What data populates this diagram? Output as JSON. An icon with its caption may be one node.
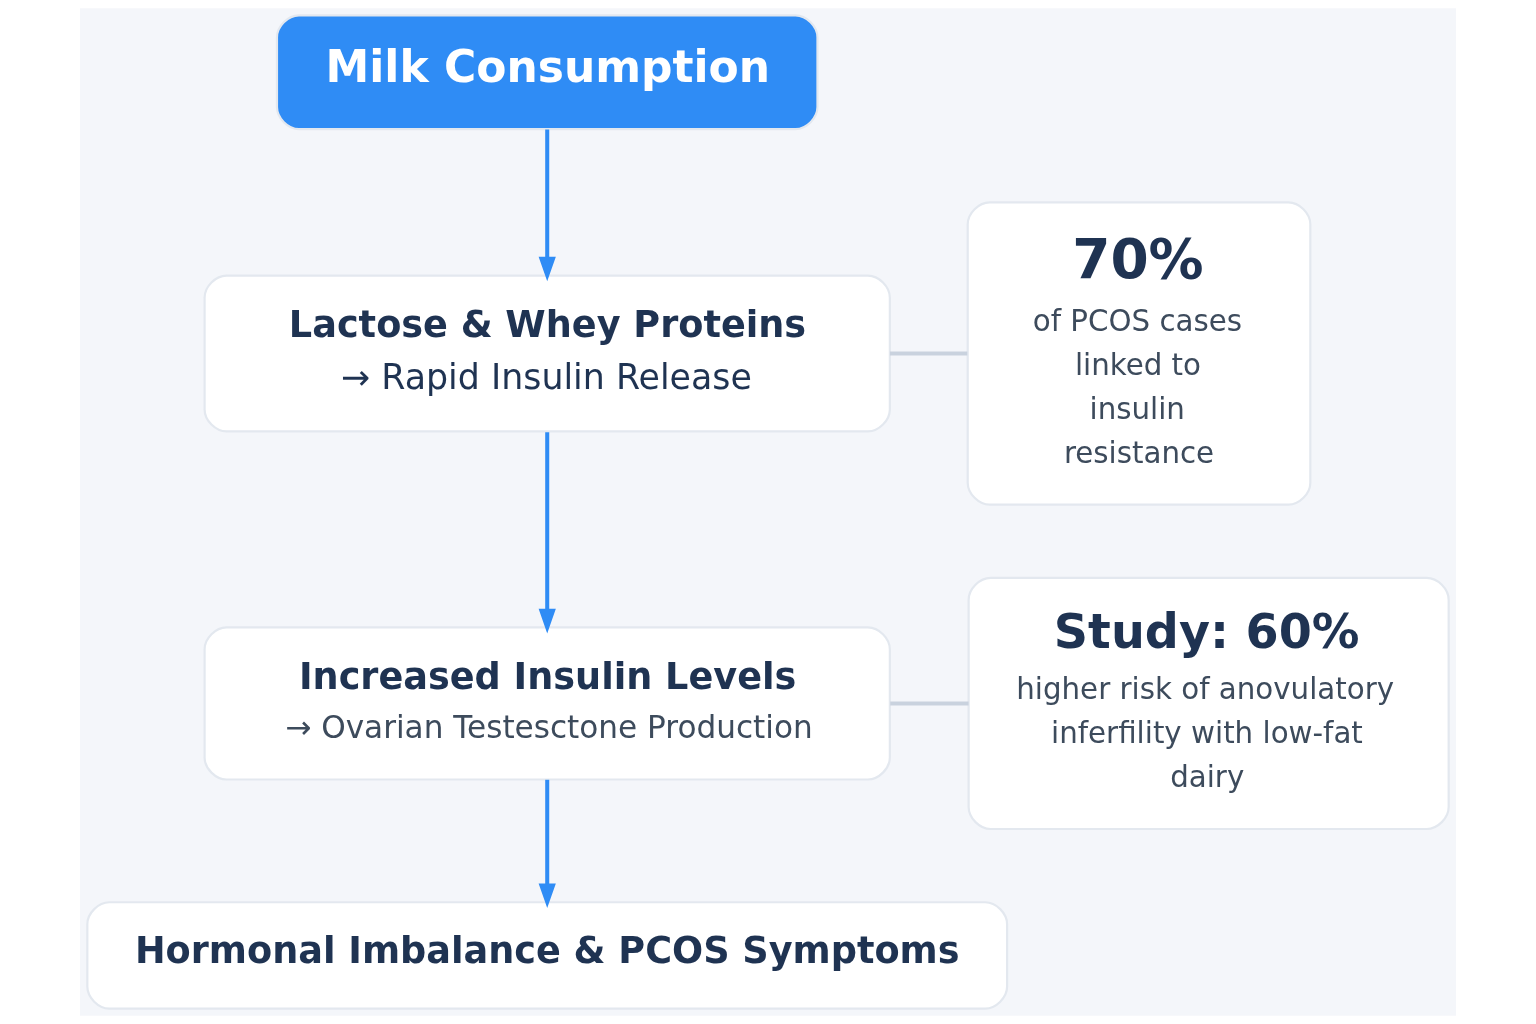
{
  "diagram": {
    "nodes": [
      {
        "text": [
          "Milk Consumption"
        ]
      },
      {
        "text": [
          "Lactose & Whey Proteins",
          "→ Rapid Insulin Release"
        ]
      },
      {
        "text": [
          "Increased Insulin Levels",
          "→ Ovarian Testesctone Production"
        ]
      },
      {
        "text": [
          "Hormonal Imbalance & PCOS Symptoms"
        ]
      },
      {
        "text": [
          "70%",
          "of PCOS cases linked to insulin resistance"
        ]
      },
      {
        "text": [
          "Study: 60%",
          "higher risk of anovulatory inferfility with low-fat dairy"
        ]
      }
    ],
    "edges": [
      {
        "from": 0,
        "to": 1,
        "arrow": "to"
      },
      {
        "from": 1,
        "to": 2,
        "arrow": "to"
      },
      {
        "from": 2,
        "to": 3,
        "arrow": "to"
      },
      {
        "from": 4,
        "to": 1,
        "arrow": "none",
        "color": "#c9d2de"
      },
      {
        "from": 5,
        "to": 2,
        "arrow": "none",
        "color": "#c9d2de"
      }
    ]
  }
}
